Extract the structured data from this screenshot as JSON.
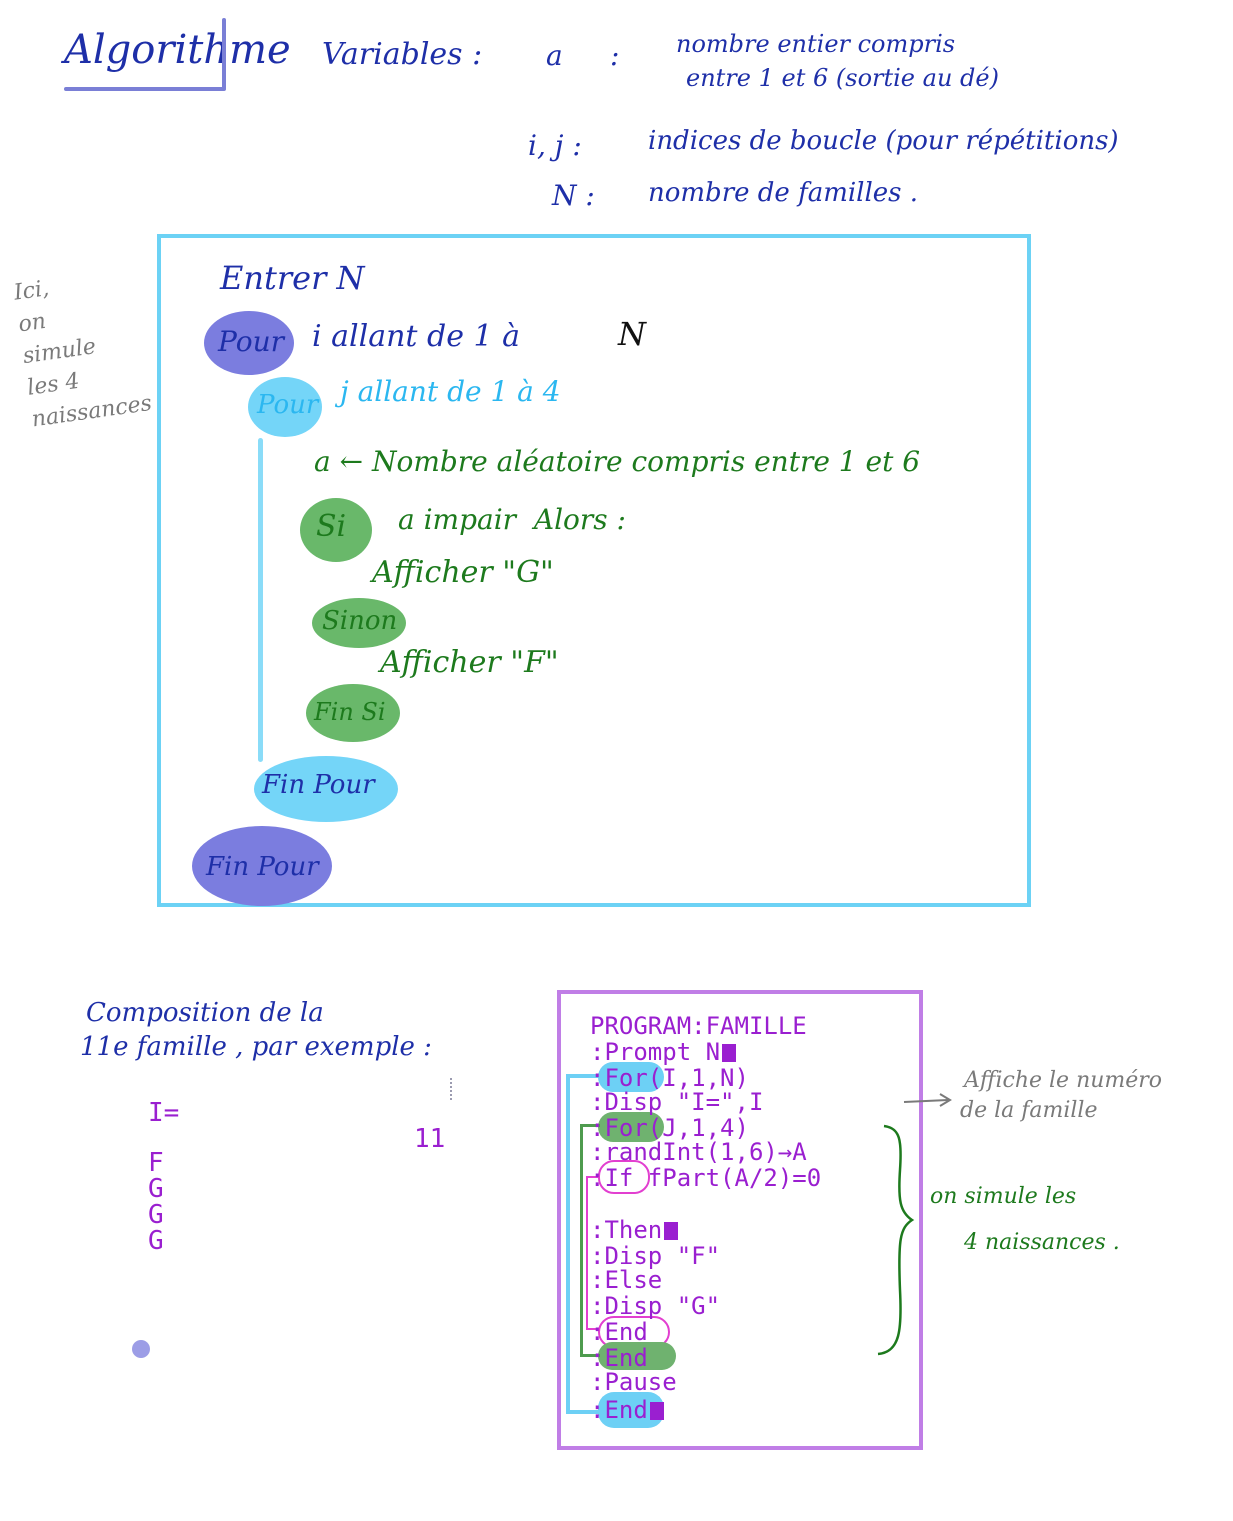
{
  "heading": {
    "title": "Algorithme",
    "variables_label": "Variables :"
  },
  "variables": {
    "a_name": "a",
    "a_colon": ":",
    "a_desc_line1": "nombre entier compris",
    "a_desc_line2": "entre 1 et 6 (sortie au dé)",
    "ij_name": "i, j :",
    "ij_desc": "indices de boucle (pour répétitions)",
    "n_name": "N :",
    "n_desc": "nombre de familles ."
  },
  "side_note": "Ici,\non\nsimule\nles 4\nnaissances",
  "algorithm": {
    "entrer": "Entrer N",
    "pour1_kw": "Pour",
    "pour1_rest": "i allant de 1 à",
    "pour1_n": "N",
    "pour2_kw": "Pour",
    "pour2_rest": "j allant de 1 à 4",
    "assign": "a ← Nombre aléatoire compris entre 1 et 6",
    "si_kw": "Si",
    "si_rest": "a impair  Alors :",
    "afficher_g": "Afficher \"G\"",
    "sinon_kw": "Sinon",
    "afficher_f": "Afficher \"F\"",
    "finsi_kw": "Fin Si",
    "finpour2_kw": "Fin Pour",
    "finpour1_kw": "Fin Pour"
  },
  "composition": {
    "line1": "Composition de la",
    "line2": "11e famille , par exemple :"
  },
  "screen": {
    "i_label": "I=",
    "family_number": "11",
    "letters": [
      "F",
      "G",
      "G",
      "G"
    ]
  },
  "program": {
    "lines": [
      "PROGRAM:FAMILLE",
      ":Prompt N",
      ":For(I,1,N)",
      ":Disp \"I=\",I",
      ":For(J,1,4)",
      ":randInt(1,6)→A",
      ":If fPart(A/2)=0",
      ":Then",
      ":Disp \"F\"",
      ":Else",
      ":Disp \"G\"",
      ":End",
      ":End",
      ":Pause",
      ":End"
    ]
  },
  "annotations": {
    "affiche_line1": "Affiche le numéro",
    "affiche_line2": "de la famille",
    "simule_line1": "on simule les",
    "simule_line2": "4 naissances ."
  },
  "colors": {
    "navy_ink": "#1e2fa8",
    "green_ink": "#1d7a1d",
    "cyan_ink": "#2bb7f0",
    "box_cyan": "#6cd2f5",
    "box_purple": "#c07ee6",
    "calc_purple": "#9a1fd0",
    "blob_purple": "#7b7ddf",
    "blob_green": "#69b86a",
    "ring_magenta": "#e23fd0"
  }
}
